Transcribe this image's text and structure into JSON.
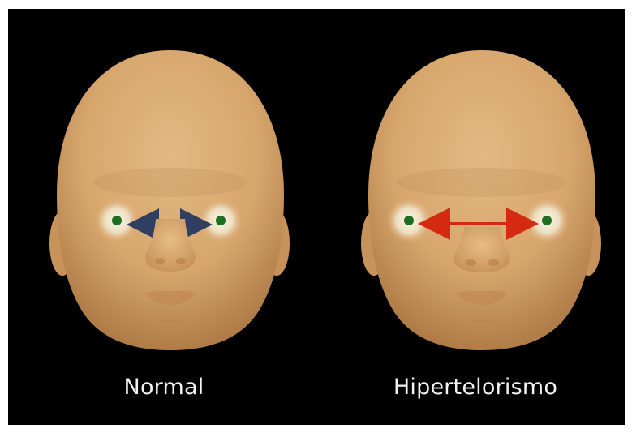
{
  "panels": [
    {
      "label": "Normal",
      "arrow_color": "#2f3f62",
      "condition": "normal"
    },
    {
      "label": "Hipertelorismo",
      "arrow_color": "#d42a12",
      "condition": "wide"
    }
  ],
  "colors": {
    "background": "#000000",
    "skin_light": "#e0b27c",
    "skin_dark": "#b8844f",
    "eye_glow": "#f4ecd8",
    "pupil": "#1f6f22"
  }
}
